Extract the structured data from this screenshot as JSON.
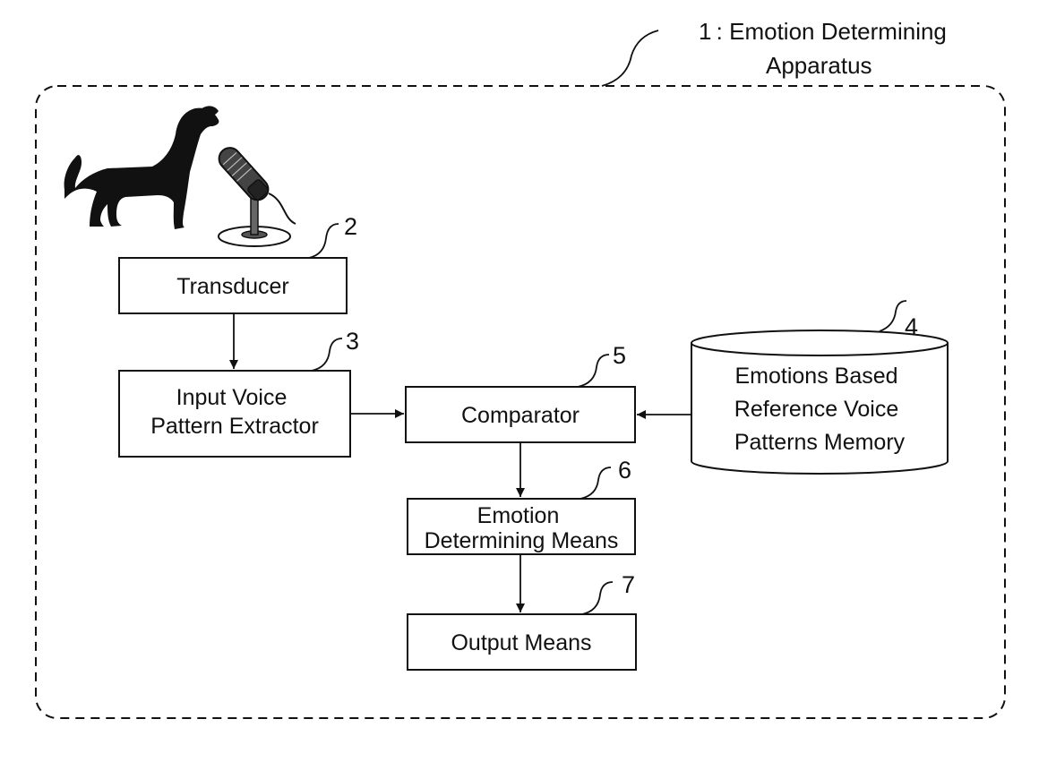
{
  "apparatus": {
    "ref": "1",
    "label_lines": [
      "1 : Emotion Determining",
      "Apparatus"
    ]
  },
  "blocks": {
    "transducer": {
      "ref": "2",
      "lines": [
        "Transducer"
      ]
    },
    "extractor": {
      "ref": "3",
      "lines": [
        "Input Voice",
        "Pattern Extractor"
      ]
    },
    "memory": {
      "ref": "4",
      "lines": [
        "Emotions Based",
        "Reference Voice",
        "Patterns Memory"
      ]
    },
    "comparator": {
      "ref": "5",
      "lines": [
        "Comparator"
      ]
    },
    "emotion_means": {
      "ref": "6",
      "lines": [
        "Emotion",
        "Determining Means"
      ]
    },
    "output_means": {
      "ref": "7",
      "lines": [
        "Output Means"
      ]
    }
  },
  "icons": {
    "animal": "dog-icon",
    "microphone": "microphone-icon"
  },
  "colors": {
    "ink": "#111111",
    "background": "#ffffff"
  }
}
